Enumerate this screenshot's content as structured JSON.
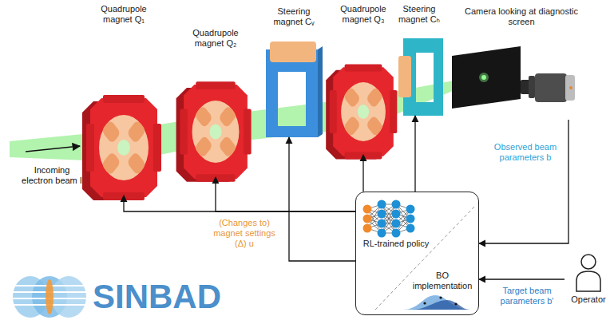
{
  "diagram": {
    "nodes": [
      {
        "text": [
          "Quadrupole magnet Q₁"
        ]
      },
      {
        "text": [
          "Quadrupole magnet Q₂"
        ]
      },
      {
        "text": [
          "Steering magnet Cᵥ"
        ]
      },
      {
        "text": [
          "Quadrupole magnet Q₃"
        ]
      },
      {
        "text": [
          "Steering magnet Cₕ"
        ]
      },
      {
        "text": [
          "Camera looking at diagnostic screen"
        ]
      },
      {
        "text": [
          "RL-trained policy",
          "BO implementation"
        ]
      },
      {
        "text": [
          "Operator"
        ]
      }
    ],
    "edges": [
      {
        "from": 6,
        "to": 0,
        "arrow": "to",
        "label": "(Changes to) magnet settings (Δ) u"
      },
      {
        "from": 6,
        "to": 1,
        "arrow": "to"
      },
      {
        "from": 6,
        "to": 2,
        "arrow": "to"
      },
      {
        "from": 6,
        "to": 3,
        "arrow": "to"
      },
      {
        "from": 6,
        "to": 4,
        "arrow": "to"
      },
      {
        "from": 5,
        "to": 6,
        "arrow": "to",
        "label": "Observed beam parameters b"
      },
      {
        "from": 7,
        "to": 6,
        "arrow": "to",
        "label": "Target beam parameters b′"
      }
    ],
    "labels": [
      "Incoming electron beam I",
      "SINBAD"
    ]
  }
}
